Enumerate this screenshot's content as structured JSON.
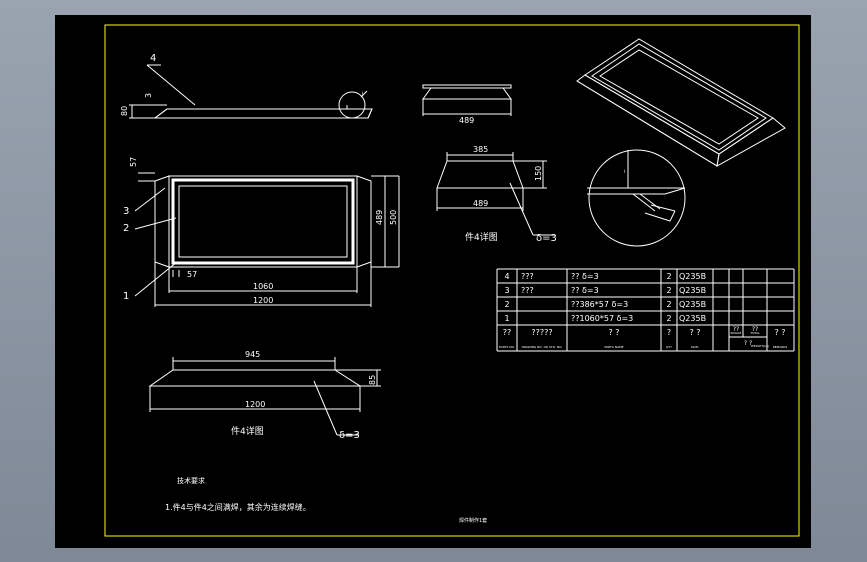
{
  "parts": {
    "labels": [
      "1",
      "2",
      "3",
      "4"
    ],
    "detail_mark": "I",
    "detail_mark_circle": "I"
  },
  "dims": {
    "side_80": "80",
    "side_3": "3",
    "plan_57_top": "57",
    "plan_57_bottom": "57",
    "plan_1060": "1060",
    "plan_1200": "1200",
    "plan_489": "489",
    "plan_500": "500",
    "topview_489": "489",
    "partA_385": "385",
    "partA_150": "150",
    "partA_489": "489",
    "partA_delta": "δ=3",
    "partB_945": "945",
    "partB_85": "85",
    "partB_1200": "1200",
    "partB_delta": "δ=3"
  },
  "captions": {
    "partA": "件4详图",
    "partB": "件4详图"
  },
  "notes": {
    "heading": "技术要求",
    "line1": "1.件4与件4之间满焊，其余为连续焊缝。",
    "footer": "焊件制作1套"
  },
  "bom": {
    "rows": [
      {
        "no": "4",
        "code": "???",
        "name": "??  δ=3",
        "qty": "2",
        "mat": "Q235B"
      },
      {
        "no": "3",
        "code": "???",
        "name": "??  δ=3",
        "qty": "2",
        "mat": "Q235B"
      },
      {
        "no": "2",
        "code": "",
        "name": "??386*57  δ=3",
        "qty": "2",
        "mat": "Q235B"
      },
      {
        "no": "1",
        "code": "",
        "name": "??1060*57  δ=3",
        "qty": "2",
        "mat": "Q235B"
      }
    ],
    "header_cn": {
      "no": "??",
      "code": "?????",
      "name": "?    ?",
      "qty": "?",
      "mat": "?    ?",
      "unit_w": "??",
      "total_w": "??",
      "weight": "?  ?",
      "remarks": "?  ?"
    },
    "header_en": {
      "no": "PARTS NO.",
      "code": "DRAWING NO. OR STD. NO.",
      "name": "PARTS NAME",
      "qty": "QTY",
      "mat": "MATL",
      "unit_w": "SINGLE",
      "total_w": "TOTAL",
      "weight": "WEIGHT(kg)",
      "remarks": "REMARKS"
    }
  }
}
